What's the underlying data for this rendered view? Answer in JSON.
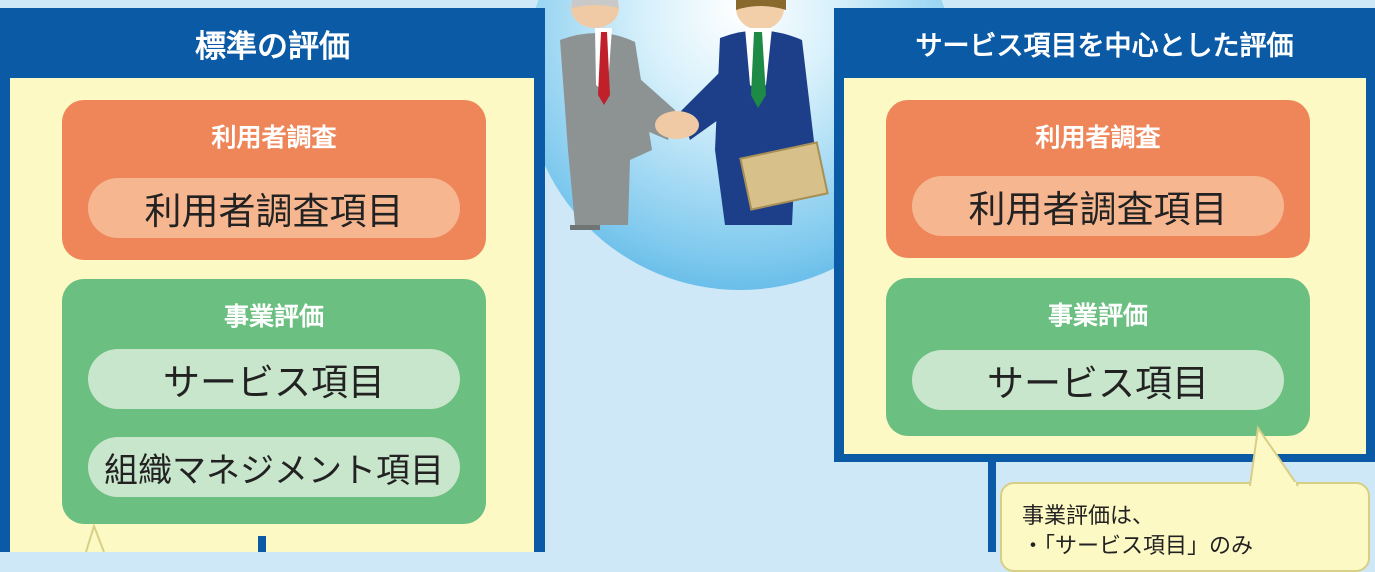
{
  "left_panel": {
    "title": "標準の評価",
    "user_survey": {
      "title": "利用者調査",
      "item": "利用者調査項目"
    },
    "business_eval": {
      "title": "事業評価",
      "items": [
        "サービス項目",
        "組織マネジメント項目"
      ]
    }
  },
  "right_panel": {
    "title": "サービス項目を中心とした評価",
    "user_survey": {
      "title": "利用者調査",
      "item": "利用者調査項目"
    },
    "business_eval": {
      "title": "事業評価",
      "items": [
        "サービス項目"
      ]
    }
  },
  "callout": {
    "lines": [
      "事業評価は、",
      "・「サービス項目」のみ"
    ]
  },
  "colors": {
    "panel_blue": "#0a5aa6",
    "panel_fill": "#fdf9c4",
    "user_survey_orange": "#ee8659",
    "business_eval_green": "#6bbf80",
    "background": "#cfe8f7"
  },
  "illustration": "handshake-business-people"
}
